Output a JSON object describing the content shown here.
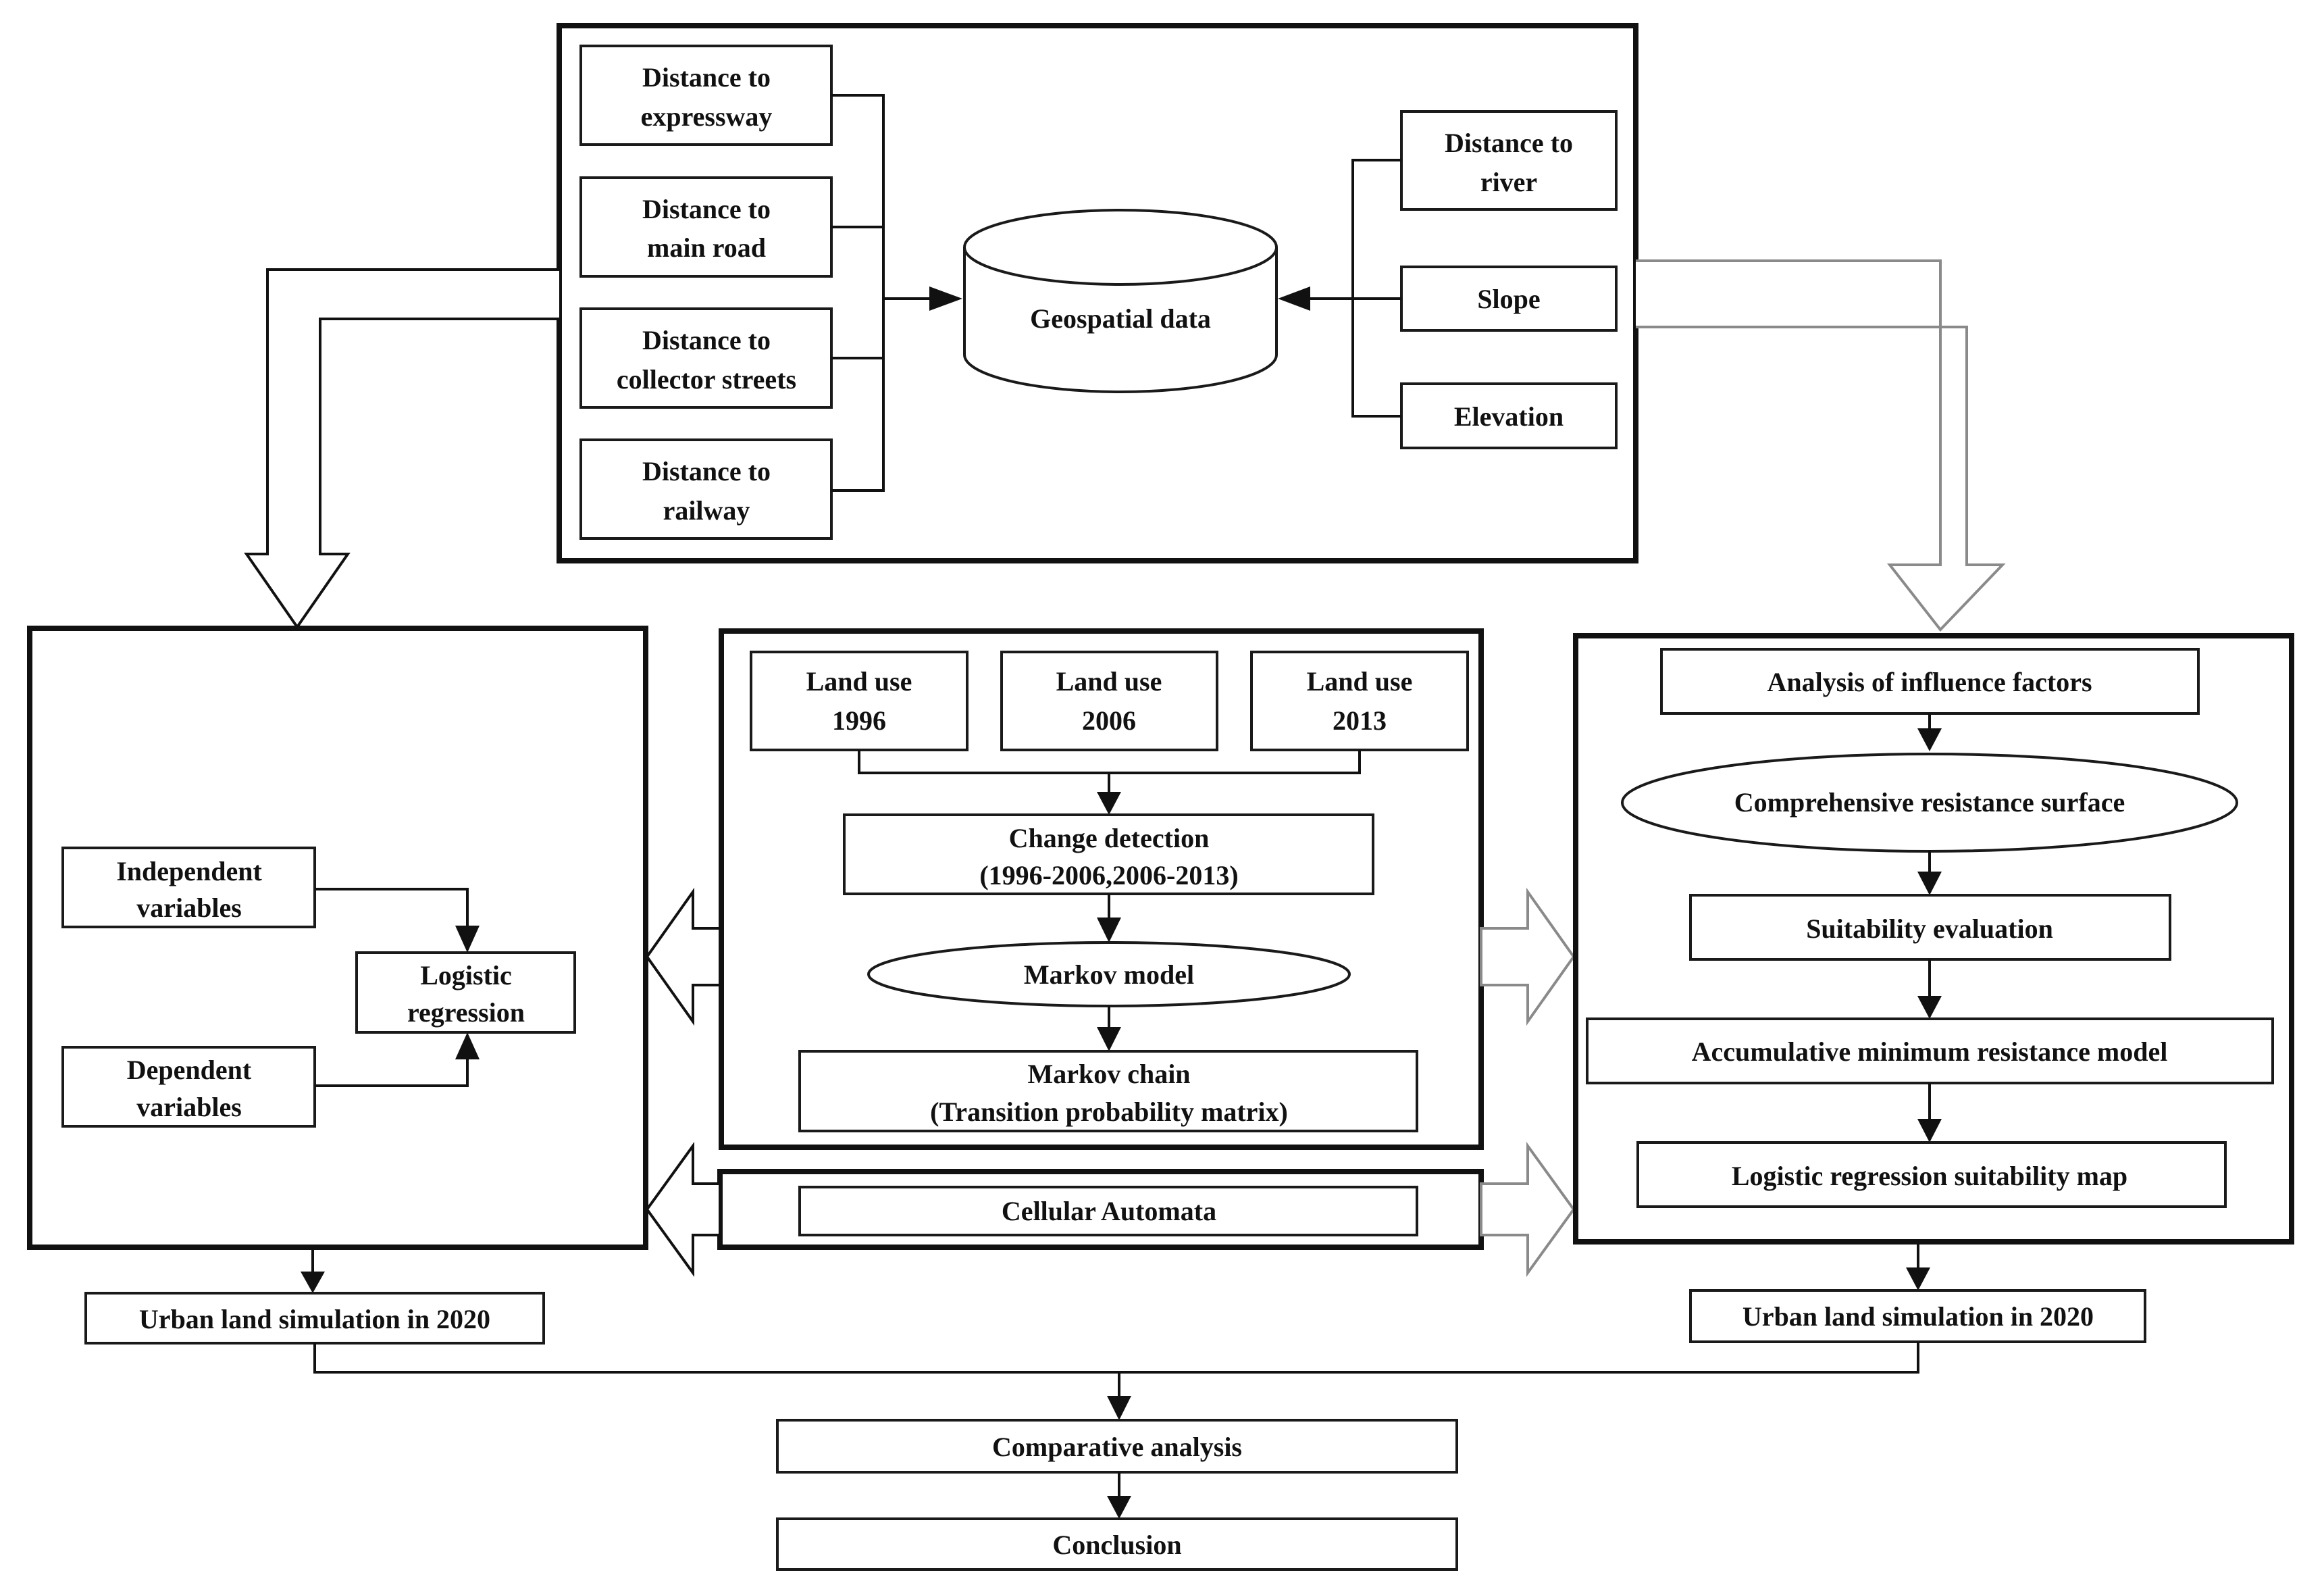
{
  "factors_left": [
    {
      "line1": "Distance to",
      "line2": "expressway"
    },
    {
      "line1": "Distance to",
      "line2": "main road"
    },
    {
      "line1": "Distance to",
      "line2": "collector streets"
    },
    {
      "line1": "Distance to",
      "line2": "railway"
    }
  ],
  "factors_right": [
    {
      "line1": "Distance to",
      "line2": "river"
    },
    {
      "line1": "Slope",
      "line2": ""
    },
    {
      "line1": "Elevation",
      "line2": ""
    }
  ],
  "geospatial": "Geospatial data",
  "logistic": {
    "independent_1": "Independent",
    "independent_2": "variables",
    "dependent_1": "Dependent",
    "dependent_2": "variables",
    "model_1": "Logistic",
    "model_2": "regression"
  },
  "markov": {
    "landuse": [
      {
        "line1": "Land use",
        "line2": "1996"
      },
      {
        "line1": "Land use",
        "line2": "2006"
      },
      {
        "line1": "Land use",
        "line2": "2013"
      }
    ],
    "change_1": "Change detection",
    "change_2": "(1996-2006,2006-2013)",
    "model": "Markov model",
    "chain_1": "Markov chain",
    "chain_2": "(Transition probability matrix)"
  },
  "ca": "Cellular Automata",
  "mcr": {
    "influence": "Analysis of influence factors",
    "resistance": "Comprehensive resistance surface",
    "suitability": "Suitability evaluation",
    "accumulative": "Accumulative minimum resistance model",
    "map": "Logistic regression suitability map"
  },
  "simulation_left": "Urban land simulation in 2020",
  "simulation_right": "Urban land simulation in 2020",
  "comparative": "Comparative analysis",
  "conclusion": "Conclusion"
}
